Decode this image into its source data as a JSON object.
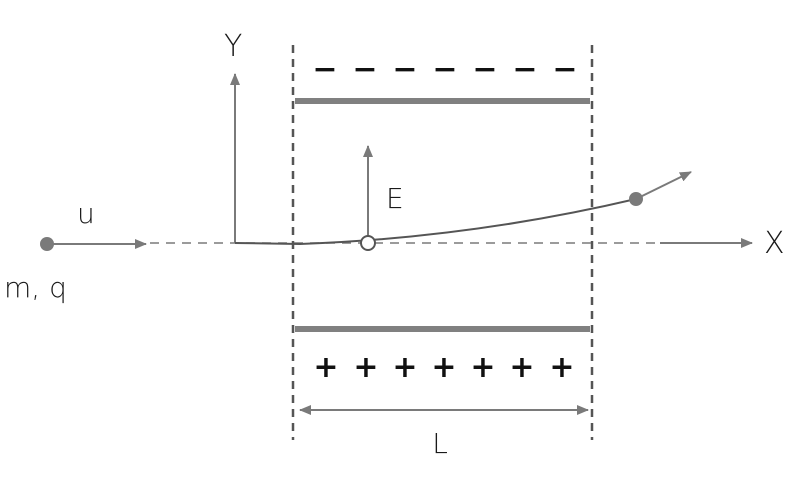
{
  "labels": {
    "y_axis": "Y",
    "x_axis": "X",
    "velocity": "u",
    "mass_charge": "m, q",
    "field": "E",
    "length": "L"
  },
  "plates": {
    "top_charge_sign": "−",
    "bottom_charge_sign": "+",
    "top_sign_count": 7,
    "bottom_sign_count": 7
  },
  "colors": {
    "line": "#7a7a7a",
    "plate": "#808080",
    "trajectory": "#555555",
    "text": "#1a1a1a",
    "sign": "#111111"
  }
}
